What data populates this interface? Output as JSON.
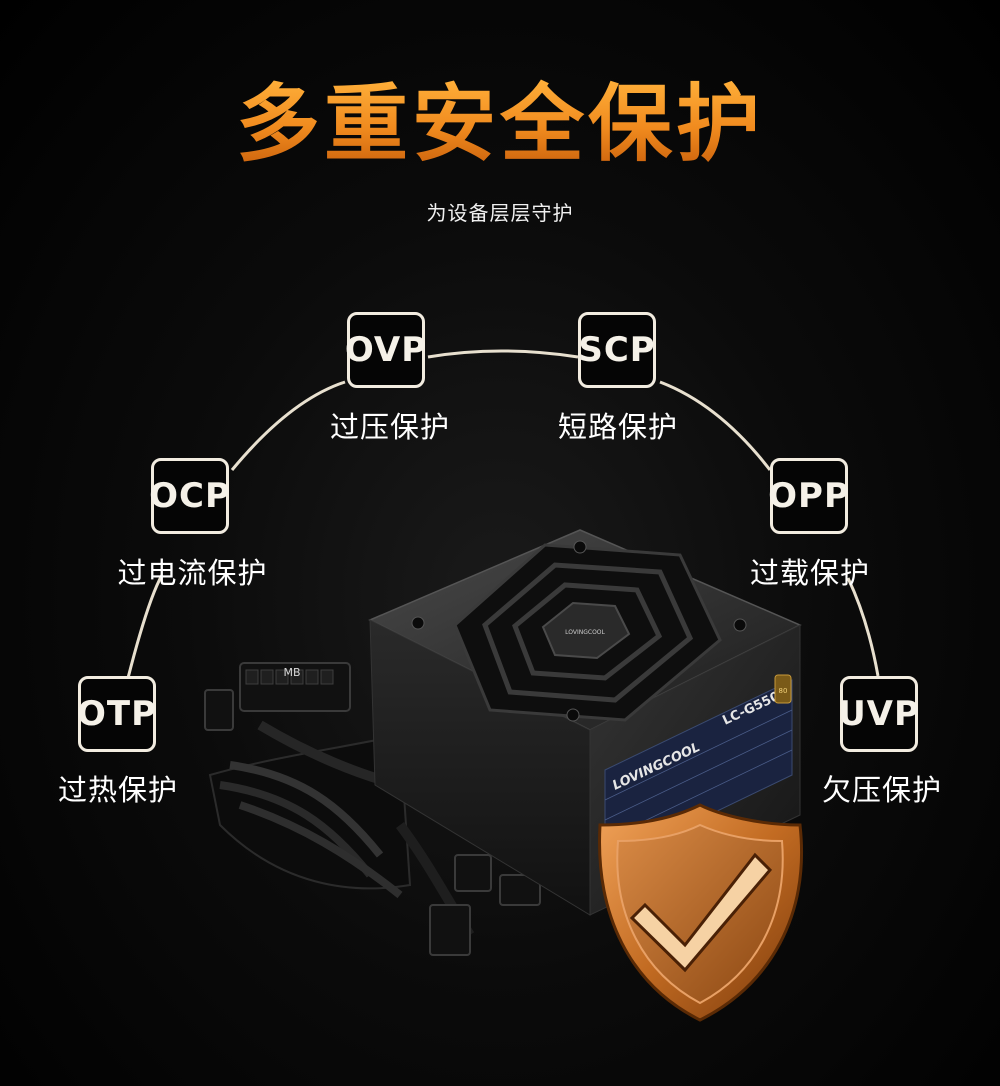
{
  "header": {
    "title": "多重安全保护",
    "subtitle": "为设备层层守护"
  },
  "protections": [
    {
      "code": "OVP",
      "label": "过压保护"
    },
    {
      "code": "SCP",
      "label": "短路保护"
    },
    {
      "code": "OCP",
      "label": "过电流保护"
    },
    {
      "code": "OPP",
      "label": "过载保护"
    },
    {
      "code": "OTP",
      "label": "过热保护"
    },
    {
      "code": "UVP",
      "label": "欠压保护"
    }
  ],
  "product": {
    "brand": "LOVINGCOOL",
    "model": "LC-G550",
    "connector_label": "MB",
    "fan_badge": "LOVINGCOOL",
    "cert_badge": "80"
  },
  "colors": {
    "title_accent": "#f08a1e",
    "shield": "#c97a2e"
  }
}
